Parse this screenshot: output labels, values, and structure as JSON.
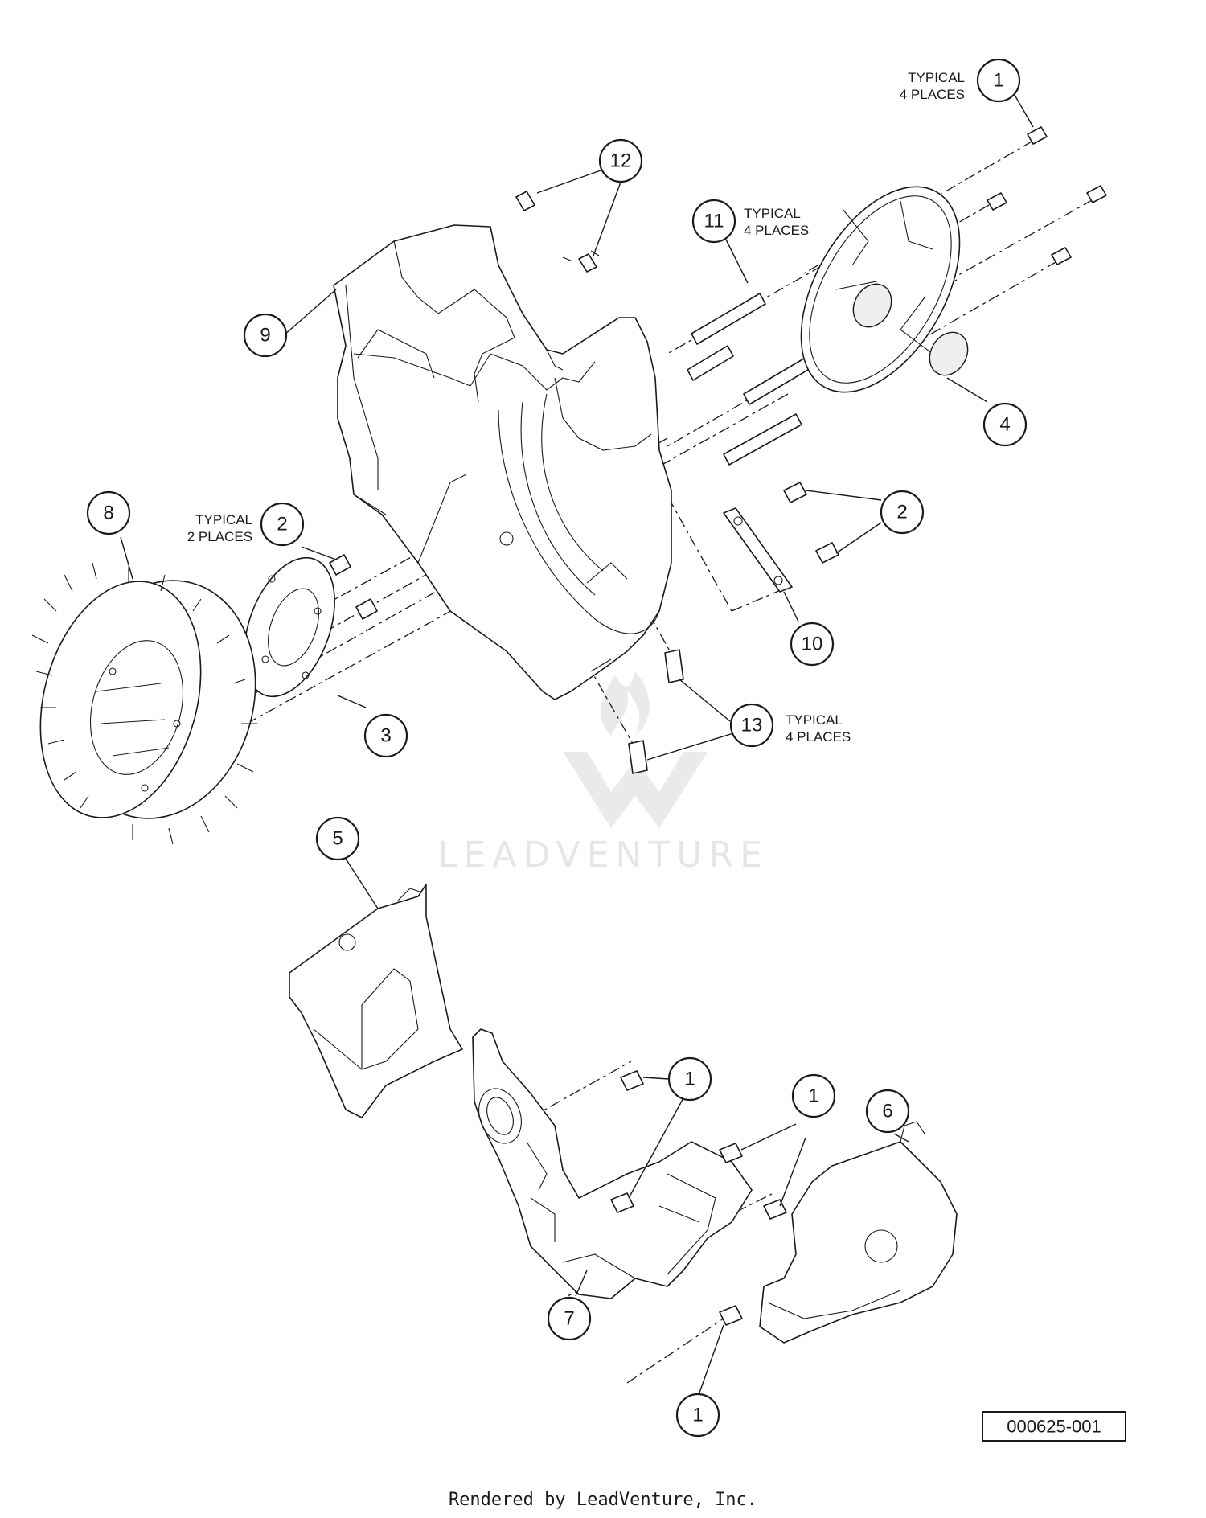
{
  "callouts": [
    {
      "number": "1"
    },
    {
      "number": "12"
    },
    {
      "number": "11"
    },
    {
      "number": "9"
    },
    {
      "number": "4"
    },
    {
      "number": "8"
    },
    {
      "number": "2"
    },
    {
      "number": "2"
    },
    {
      "number": "10"
    },
    {
      "number": "3"
    },
    {
      "number": "13"
    },
    {
      "number": "5"
    },
    {
      "number": "1"
    },
    {
      "number": "1"
    },
    {
      "number": "6"
    },
    {
      "number": "7"
    },
    {
      "number": "1"
    }
  ],
  "notes": {
    "typical_label": "TYPICAL",
    "four_places": "4 PLACES",
    "two_places": "2 PLACES"
  },
  "watermark": {
    "text": "LEADVENTURE"
  },
  "reference_number": "000625-001",
  "footer": "Rendered by LeadVenture, Inc."
}
